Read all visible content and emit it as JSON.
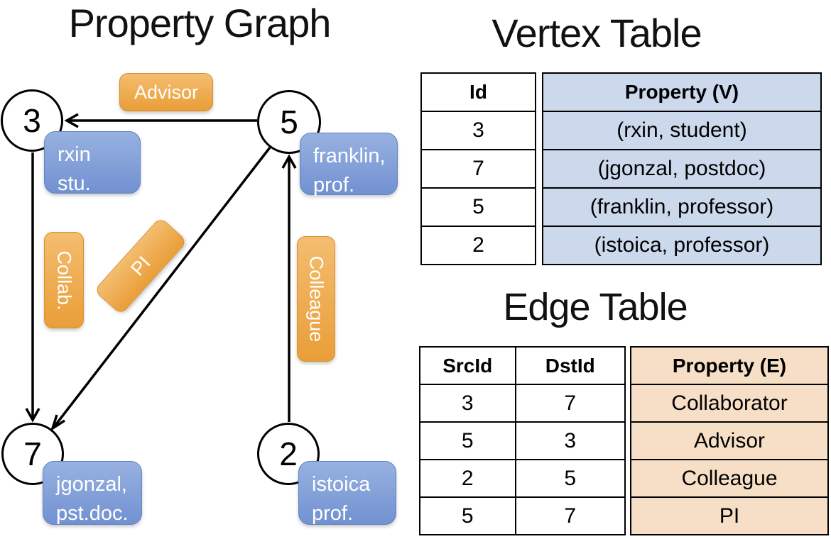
{
  "titles": {
    "graph": "Property Graph",
    "vertex_table": "Vertex Table",
    "edge_table": "Edge Table"
  },
  "colors": {
    "orange-top": "#f4bd70",
    "orange-bottom": "#e99e38",
    "blue-top": "#97b1e0",
    "blue-bottom": "#7291d1",
    "vertex-fill": "#ccd9ed",
    "edge-fill": "#f6dfc6",
    "line": "#000000"
  },
  "graph": {
    "nodes": {
      "n3": {
        "id": "3",
        "line1": "rxin",
        "line2": "stu."
      },
      "n5": {
        "id": "5",
        "line1": "franklin,",
        "line2": "prof."
      },
      "n7": {
        "id": "7",
        "line1": "jgonzal,",
        "line2": "pst.doc."
      },
      "n2": {
        "id": "2",
        "line1": "istoica",
        "line2": "prof."
      }
    },
    "edge_labels": {
      "advisor": "Advisor",
      "collab": "Collab.",
      "pi": "PI",
      "colleague": "Colleague"
    }
  },
  "vertex_table": {
    "headers": {
      "id": "Id",
      "property": "Property (V)"
    },
    "rows": [
      {
        "id": "3",
        "property": "(rxin, student)"
      },
      {
        "id": "7",
        "property": "(jgonzal, postdoc)"
      },
      {
        "id": "5",
        "property": "(franklin, professor)"
      },
      {
        "id": "2",
        "property": "(istoica, professor)"
      }
    ]
  },
  "edge_table": {
    "headers": {
      "src": "SrcId",
      "dst": "DstId",
      "property": "Property (E)"
    },
    "rows": [
      {
        "src": "3",
        "dst": "7",
        "property": "Collaborator"
      },
      {
        "src": "5",
        "dst": "3",
        "property": "Advisor"
      },
      {
        "src": "2",
        "dst": "5",
        "property": "Colleague"
      },
      {
        "src": "5",
        "dst": "7",
        "property": "PI"
      }
    ]
  }
}
